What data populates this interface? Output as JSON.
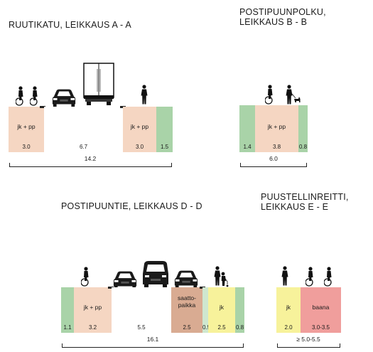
{
  "sections": {
    "a": {
      "title": "RUUTIKATU, LEIKKAUS A - A",
      "lanes": [
        {
          "label": "jk + pp",
          "value": "3.0"
        },
        {
          "label": "",
          "value": "6.7"
        },
        {
          "label": "jk + pp",
          "value": "3.0"
        },
        {
          "label": "",
          "value": "1.5"
        }
      ],
      "total": "14.2"
    },
    "b": {
      "title_line1": "POSTIPUUNPOLKU,",
      "title_line2": "LEIKKAUS B - B",
      "lanes": [
        {
          "label": "",
          "value": "1.4"
        },
        {
          "label": "jk + pp",
          "value": "3.8"
        },
        {
          "label": "",
          "value": "0.8"
        }
      ],
      "total": "6.0"
    },
    "d": {
      "title": "POSTIPUUNTIE, LEIKKAUS D - D",
      "lanes": [
        {
          "label": "",
          "value": "1.1"
        },
        {
          "label": "jk + pp",
          "value": "3.2"
        },
        {
          "label": "",
          "value": "5.5"
        },
        {
          "label": "saatto-\npaikka",
          "value": "2.5"
        },
        {
          "label": "",
          "value": "0.5"
        },
        {
          "label": "jk",
          "value": "2.5"
        },
        {
          "label": "",
          "value": "0.8"
        }
      ],
      "total": "16.1"
    },
    "e": {
      "title_line1": "PUUSTELLINREITTI,",
      "title_line2": "LEIKKAUS E - E",
      "lanes": [
        {
          "label": "jk",
          "value": "2.0"
        },
        {
          "label": "baana",
          "value": "3.0-3.5"
        }
      ],
      "total": "≥ 5.0-5.5"
    }
  },
  "icons": [
    "cyclist-icon",
    "pedestrian-icon",
    "car-icon",
    "truck-icon",
    "van-icon",
    "dog-walker-icon",
    "stroller-icon"
  ]
}
